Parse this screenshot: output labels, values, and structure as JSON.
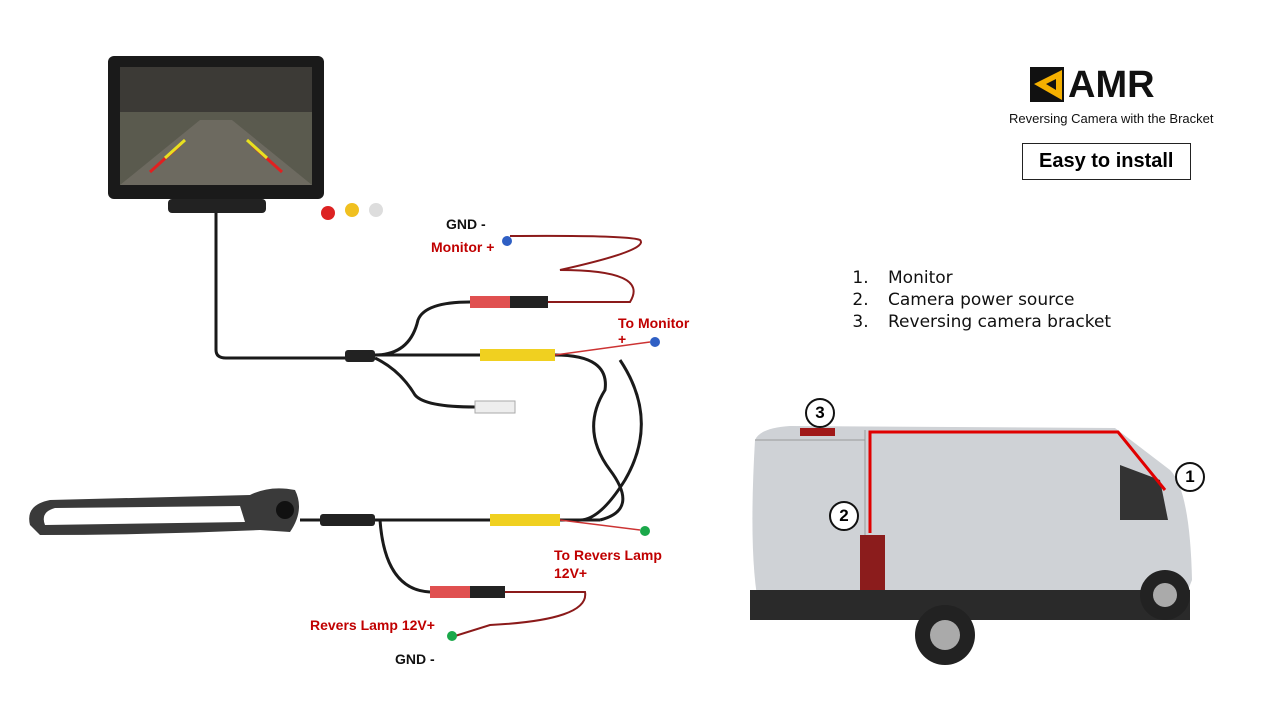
{
  "brand": {
    "name": "AMR",
    "subtitle": "Reversing Camera with  the Bracket",
    "badge": "Easy to install"
  },
  "legend": {
    "items": [
      "Monitor",
      "Camera power source",
      "Reversing camera bracket"
    ]
  },
  "labels": {
    "gnd_top": "GND -",
    "monitor_plus": "Monitor +",
    "to_monitor": "To Monitor",
    "to_monitor_plus": "+",
    "to_revers_lamp": "To Revers Lamp",
    "to_revers_lamp_v": "12V+",
    "revers_lamp": "Revers Lamp 12V+",
    "gnd_bottom": "GND -"
  },
  "markers": [
    "1",
    "2",
    "3"
  ],
  "colors": {
    "red_label": "#c00000",
    "blue_dot": "#2f5fc4",
    "green_dot": "#1aa84a",
    "logo_yellow": "#f5b000",
    "outline_red": "#e00000"
  }
}
